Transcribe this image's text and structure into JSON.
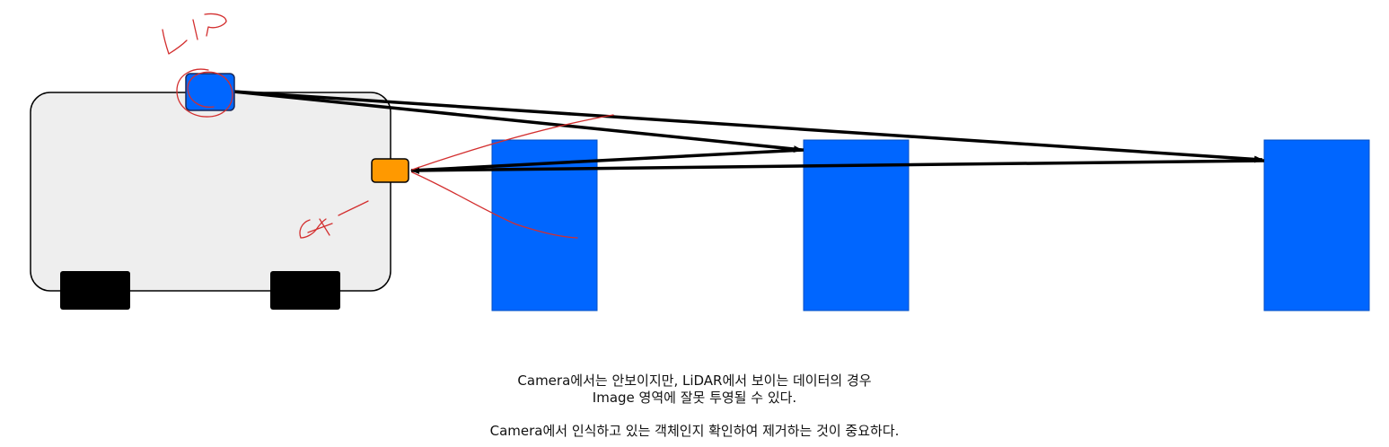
{
  "diagram": {
    "colors": {
      "vehicle_body_fill": "#eeeeee",
      "vehicle_body_stroke": "#000000",
      "wheel": "#000000",
      "lidar_sensor": "#0066ff",
      "camera_sensor": "#ff9900",
      "obstacle": "#0066ff",
      "obstacle_stroke": "#004fc4",
      "ray_arrow": "#000000",
      "handwriting": "#d32f2f"
    },
    "obstacles": [
      "near-obstacle",
      "middle-obstacle",
      "far-obstacle"
    ],
    "caption": {
      "line1": "Camera에서는 안보이지만, LiDAR에서 보이는 데이터의 경우",
      "line2": "Image 영역에 잘못 투영될 수 있다.",
      "line3": "Camera에서 인식하고 있는 객체인지 확인하여 제거하는 것이 중요하다."
    }
  }
}
